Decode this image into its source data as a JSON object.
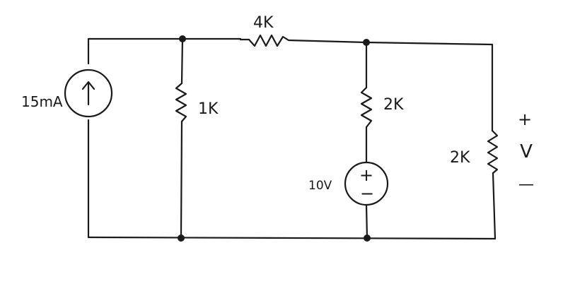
{
  "labels": {
    "current_source": "15mA",
    "r_shunt": "1K",
    "r_top": "4K",
    "r_middle": "2K",
    "voltage_source": "10V",
    "r_output": "2K",
    "v_plus": "+",
    "v_symbol": "V",
    "v_minus": "—",
    "src_plus": "+",
    "src_minus": "−",
    "arrow_up": "↑"
  },
  "colors": {
    "ink": "#1a1a1a",
    "background": "#ffffff"
  }
}
